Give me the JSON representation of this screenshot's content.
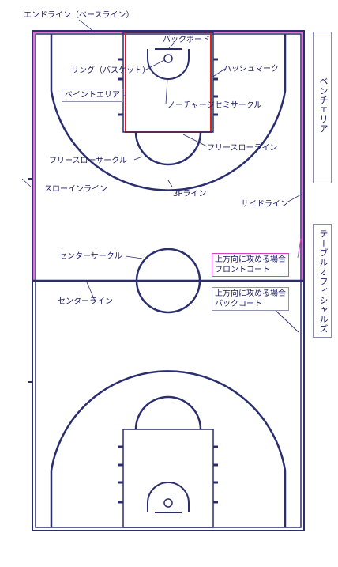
{
  "labels": {
    "endline": "エンドライン（ベースライン）",
    "backboard": "バックボード",
    "ring": "リング（バスケット）",
    "hash_mark": "ハッシュマーク",
    "paint_area": "ペイントエリア",
    "no_charge": "ノーチャージセミサークル",
    "free_throw_line": "フリースローライン",
    "free_throw_circle": "フリースローサークル",
    "throw_in_line": "スローインライン",
    "three_point_line": "3Pライン",
    "sideline": "サイドライン",
    "center_circle": "センターサークル",
    "center_line": "センターライン"
  },
  "notes": {
    "front_court_1": "上方向に攻める場合",
    "front_court_2": "フロントコート",
    "back_court_1": "上方向に攻める場合",
    "back_court_2": "バックコート"
  },
  "side_boxes": {
    "bench": "ベンチエリア",
    "table_officials": "テーブルオフィシャルズ"
  },
  "colors": {
    "court_line": "#2b2e6e",
    "front_court": "#e040c0",
    "paint_area": "#e02020",
    "leader": "#2b2e6e"
  }
}
